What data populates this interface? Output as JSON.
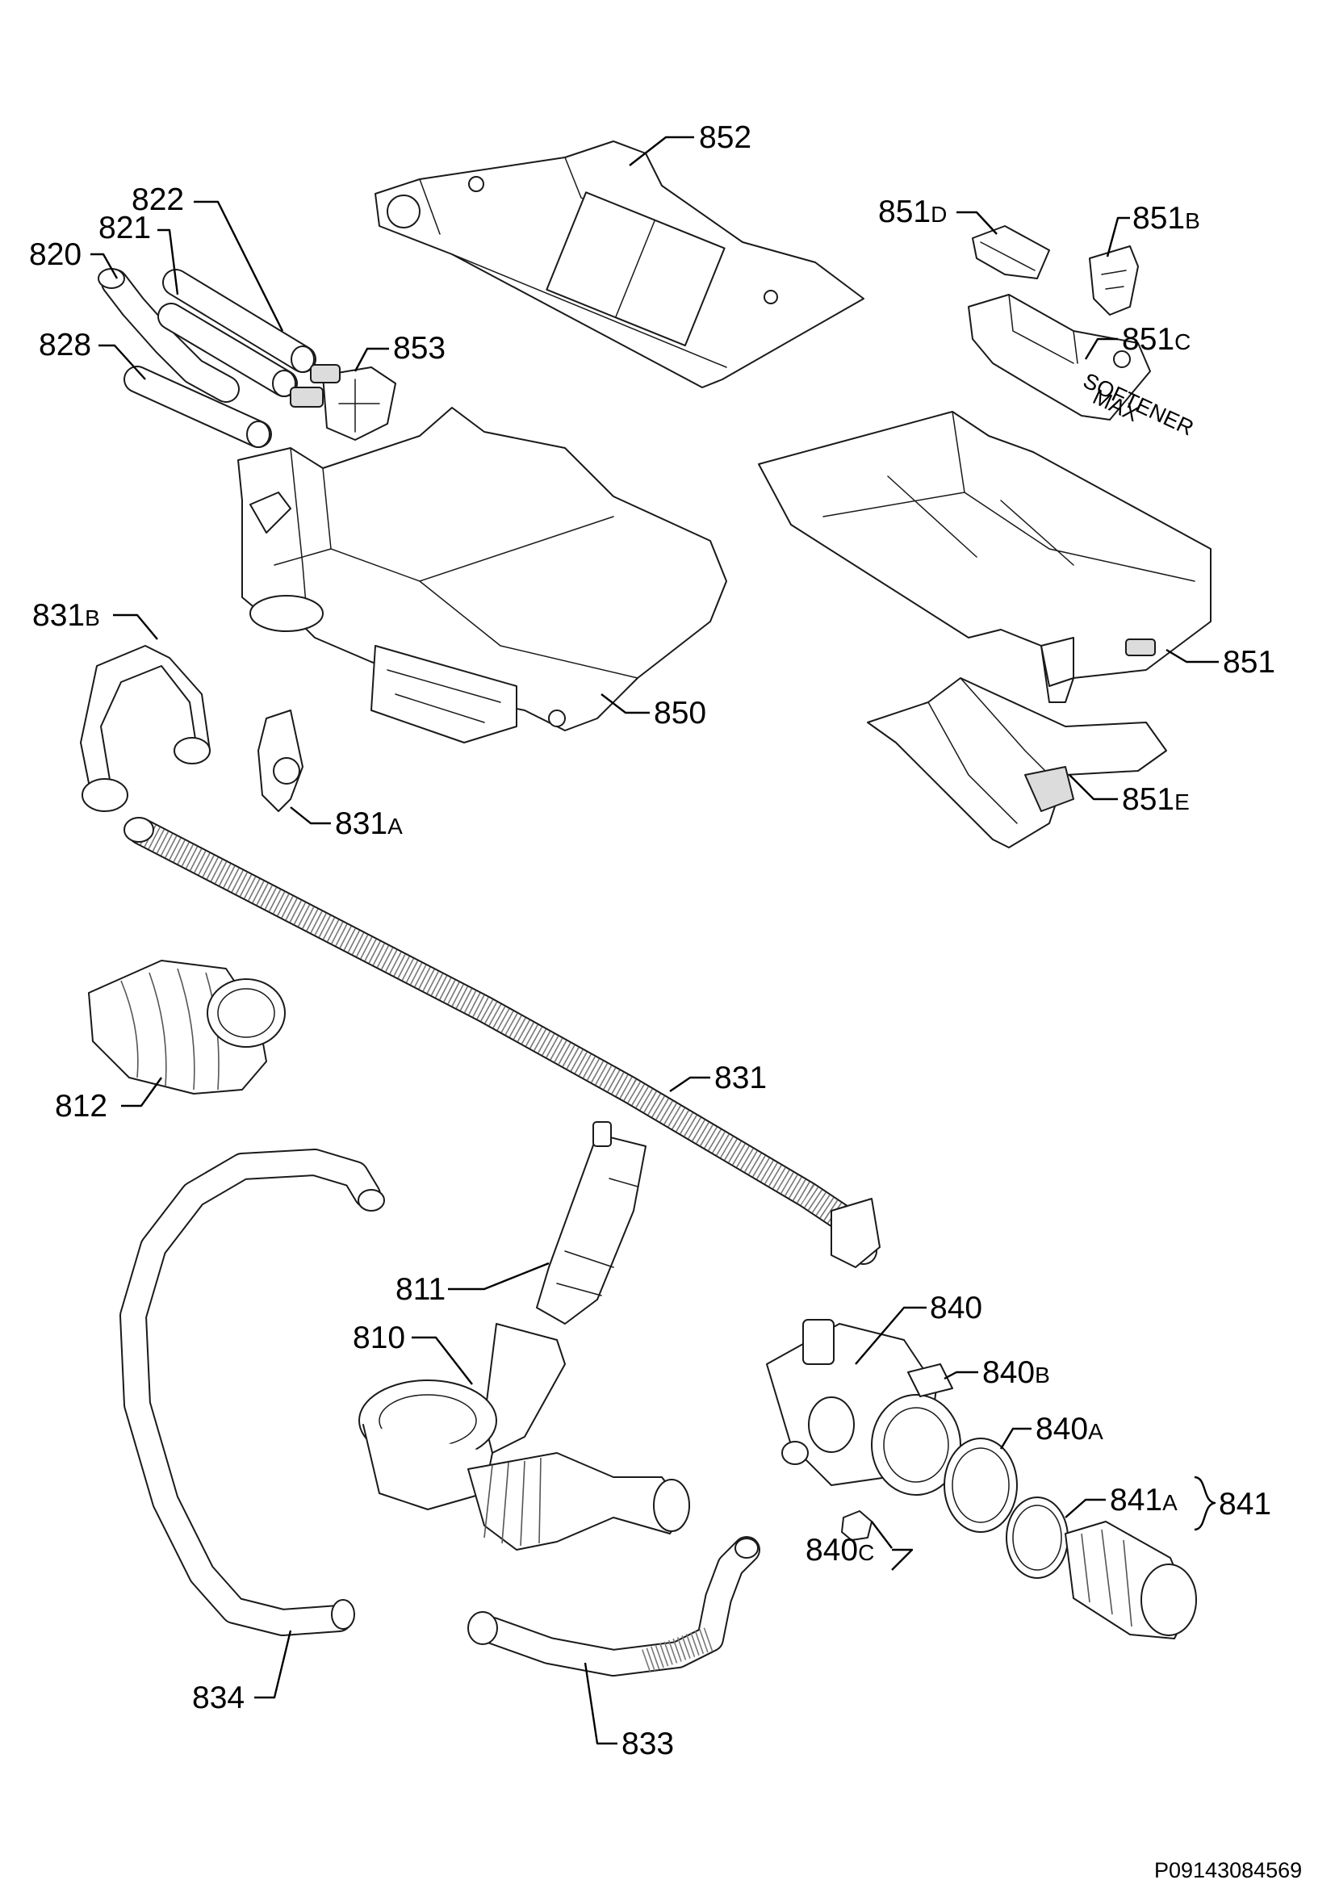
{
  "labels": {
    "l820": "820",
    "l821": "821",
    "l822": "822",
    "l828": "828",
    "l852": "852",
    "l853": "853",
    "l851d": "851",
    "l851d_s": "D",
    "l851b": "851",
    "l851b_s": "B",
    "l851c": "851",
    "l851c_s": "C",
    "l851": "851",
    "l851e": "851",
    "l851e_s": "E",
    "l850": "850",
    "l831b": "831",
    "l831b_s": "B",
    "l831a": "831",
    "l831a_s": "A",
    "l812": "812",
    "l831": "831",
    "l811": "811",
    "l810": "810",
    "l840": "840",
    "l840b": "840",
    "l840b_s": "B",
    "l840a": "840",
    "l840a_s": "A",
    "l841a": "841",
    "l841a_s": "A",
    "l841": "841",
    "l840c": "840",
    "l840c_s": "C",
    "l834": "834",
    "l833": "833"
  },
  "decals": {
    "softener_text": "SOFTENER",
    "max_text": "MAX"
  },
  "document_ref": "P09143084569",
  "colors": {
    "line": "#1a1a1a",
    "shade": "#dcdcdc",
    "background": "#ffffff"
  }
}
